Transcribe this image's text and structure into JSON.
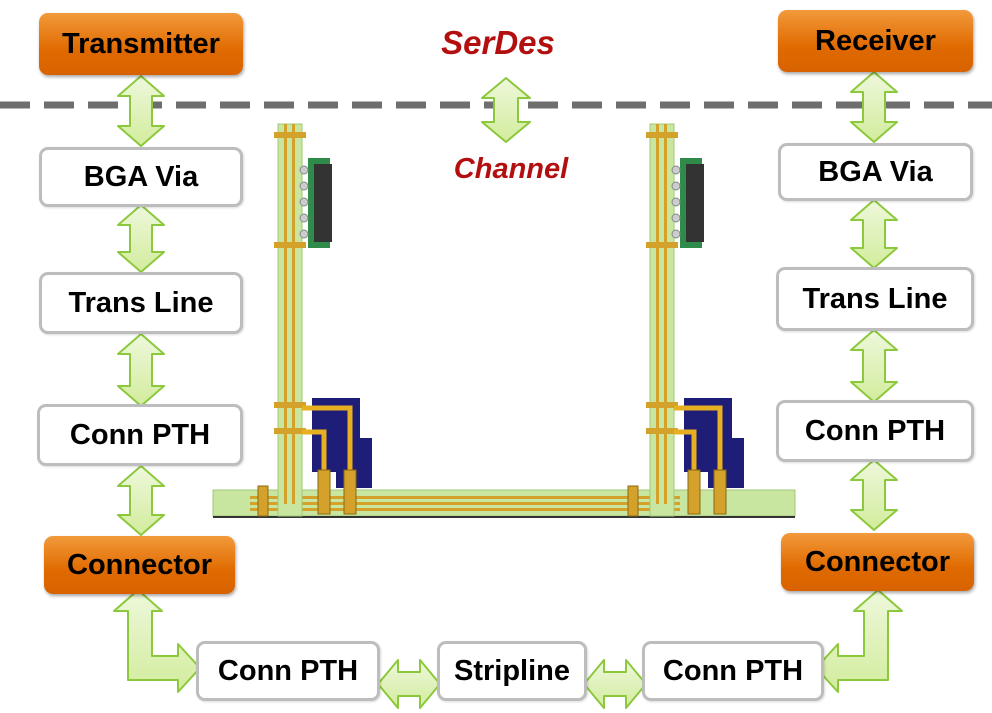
{
  "boundaries": {
    "serdes_label": "SerDes",
    "channel_label": "Channel"
  },
  "left_chain": {
    "transmitter": "Transmitter",
    "bga_via": "BGA Via",
    "trans_line": "Trans Line",
    "conn_pth": "Conn PTH",
    "connector": "Connector"
  },
  "right_chain": {
    "receiver": "Receiver",
    "bga_via": "BGA Via",
    "trans_line": "Trans Line",
    "conn_pth": "Conn PTH",
    "connector": "Connector"
  },
  "bottom_chain": {
    "left_conn_pth": "Conn PTH",
    "stripline": "Stripline",
    "right_conn_pth": "Conn PTH"
  },
  "colors": {
    "endpoint_orange": "#e67316",
    "box_border": "#bdbdbd",
    "arrow_fill": "#dcf0b8",
    "arrow_stroke": "#8cc83c",
    "heading_red": "#b40f0f",
    "dash_line": "#6e6e6e",
    "board_green": "#c8e6a0",
    "copper": "#d4a12a",
    "connector_navy": "#1e1e78"
  }
}
